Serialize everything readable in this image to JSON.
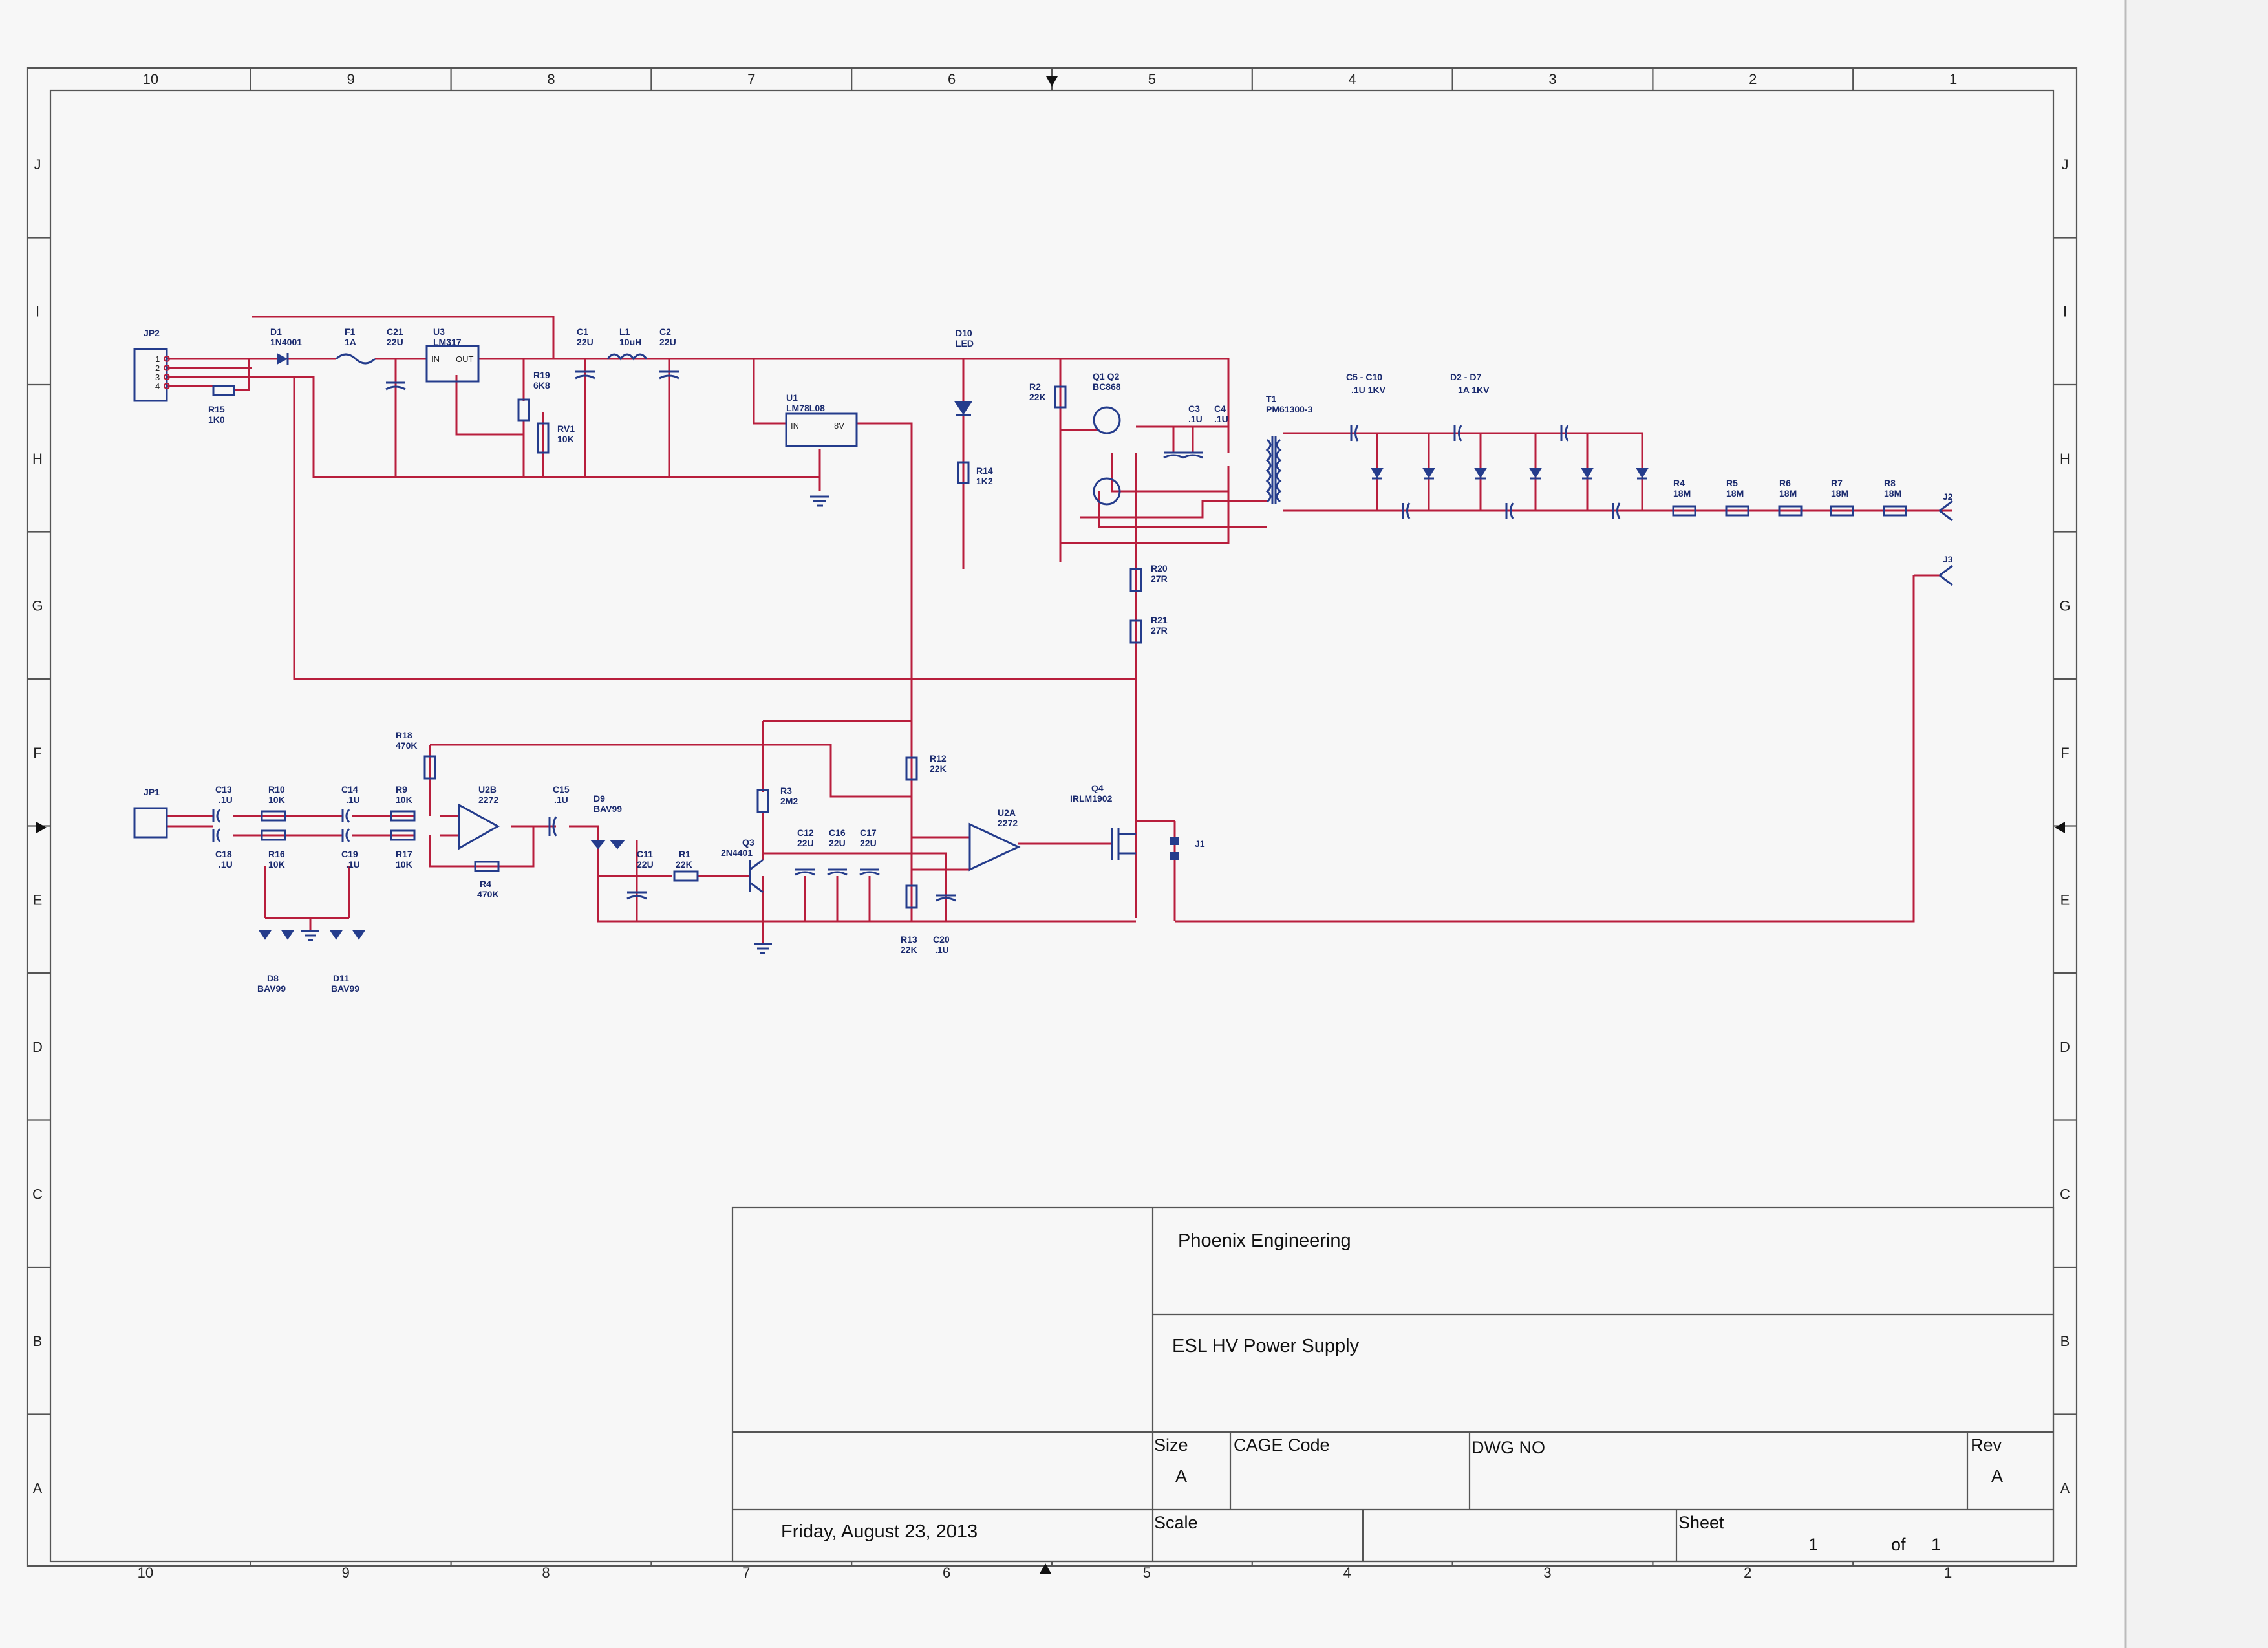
{
  "border": {
    "columns": [
      "10",
      "9",
      "8",
      "7",
      "6",
      "5",
      "4",
      "3",
      "2",
      "1"
    ],
    "rows": [
      "J",
      "I",
      "H",
      "G",
      "F",
      "E",
      "D",
      "C",
      "B",
      "A"
    ]
  },
  "title_block": {
    "company": "Phoenix Engineering",
    "title": "ESL HV Power Supply",
    "size_label": "Size",
    "size_value": "A",
    "cage_label": "CAGE Code",
    "dwg_label": "DWG NO",
    "rev_label": "Rev",
    "rev_value": "A",
    "scale_label": "Scale",
    "sheet_label": "Sheet",
    "sheet_num": "1",
    "sheet_of": "of",
    "sheet_total": "1",
    "date": "Friday, August 23, 2013"
  },
  "components": {
    "JP2": "JP2",
    "JP1": "JP1",
    "D1": [
      "D1",
      "1N4001"
    ],
    "F1": [
      "F1",
      "1A"
    ],
    "C21": [
      "C21",
      "22U"
    ],
    "U3": [
      "U3",
      "LM317"
    ],
    "U3_in": "IN",
    "U3_out": "OUT",
    "R19": [
      "R19",
      "6K8"
    ],
    "RV1": [
      "RV1",
      "10K"
    ],
    "C1": [
      "C1",
      "22U"
    ],
    "L1": [
      "L1",
      "10uH"
    ],
    "C2": [
      "C2",
      "22U"
    ],
    "R15": [
      "R15",
      "1K0"
    ],
    "U1": [
      "U1",
      "LM78L08"
    ],
    "U1_in": "IN",
    "U1_out": "8V",
    "D10": [
      "D10",
      "LED"
    ],
    "R14": [
      "R14",
      "1K2"
    ],
    "R2": [
      "R2",
      "22K"
    ],
    "Q1Q2": [
      "Q1  Q2",
      "BC868"
    ],
    "C3": [
      "C3",
      ".1U"
    ],
    "C4": [
      "C4",
      ".1U"
    ],
    "T1": [
      "T1",
      "PM61300-3"
    ],
    "C5C10": [
      "C5  -  C10",
      ".1U 1KV"
    ],
    "D2D7": [
      "D2  -  D7",
      "1A 1KV"
    ],
    "R4": [
      "R4",
      "18M"
    ],
    "R5": [
      "R5",
      "18M"
    ],
    "R6": [
      "R6",
      "18M"
    ],
    "R7": [
      "R7",
      "18M"
    ],
    "R8": [
      "R8",
      "18M"
    ],
    "J2": "J2",
    "J3": "J3",
    "R20": [
      "R20",
      "27R"
    ],
    "R21": [
      "R21",
      "27R"
    ],
    "R18": [
      "R18",
      "470K"
    ],
    "R12": [
      "R12",
      "22K"
    ],
    "R3": [
      "R3",
      "2M2"
    ],
    "C13": [
      "C13",
      ".1U"
    ],
    "R10": [
      "R10",
      "10K"
    ],
    "C14": [
      "C14",
      ".1U"
    ],
    "R9": [
      "R9",
      "10K"
    ],
    "U2B": [
      "U2B",
      "2272"
    ],
    "C15": [
      "C15",
      ".1U"
    ],
    "D9": [
      "D9",
      "BAV99"
    ],
    "C18": [
      "C18",
      ".1U"
    ],
    "R16": [
      "R16",
      "10K"
    ],
    "C19": [
      "C19",
      ".1U"
    ],
    "R17": [
      "R17",
      "10K"
    ],
    "R4b": [
      "R4",
      "470K"
    ],
    "C11": [
      "C11",
      "22U"
    ],
    "R1": [
      "R1",
      "22K"
    ],
    "Q3": [
      "Q3",
      "2N4401"
    ],
    "C12": [
      "C12",
      "22U"
    ],
    "C16": [
      "C16",
      "22U"
    ],
    "C17": [
      "C17",
      "22U"
    ],
    "U2A": [
      "U2A",
      "2272"
    ],
    "Q4": [
      "Q4",
      "IRLM1902"
    ],
    "J1": "J1",
    "R13": [
      "R13",
      "22K"
    ],
    "C20": [
      "C20",
      ".1U"
    ],
    "D8": [
      "D8",
      "BAV99"
    ],
    "D11": [
      "D11",
      "BAV99"
    ]
  },
  "colors": {
    "wire": "#b81e3c",
    "part": "#243c8c",
    "frame": "#555555",
    "paper": "#f2f2f2"
  }
}
